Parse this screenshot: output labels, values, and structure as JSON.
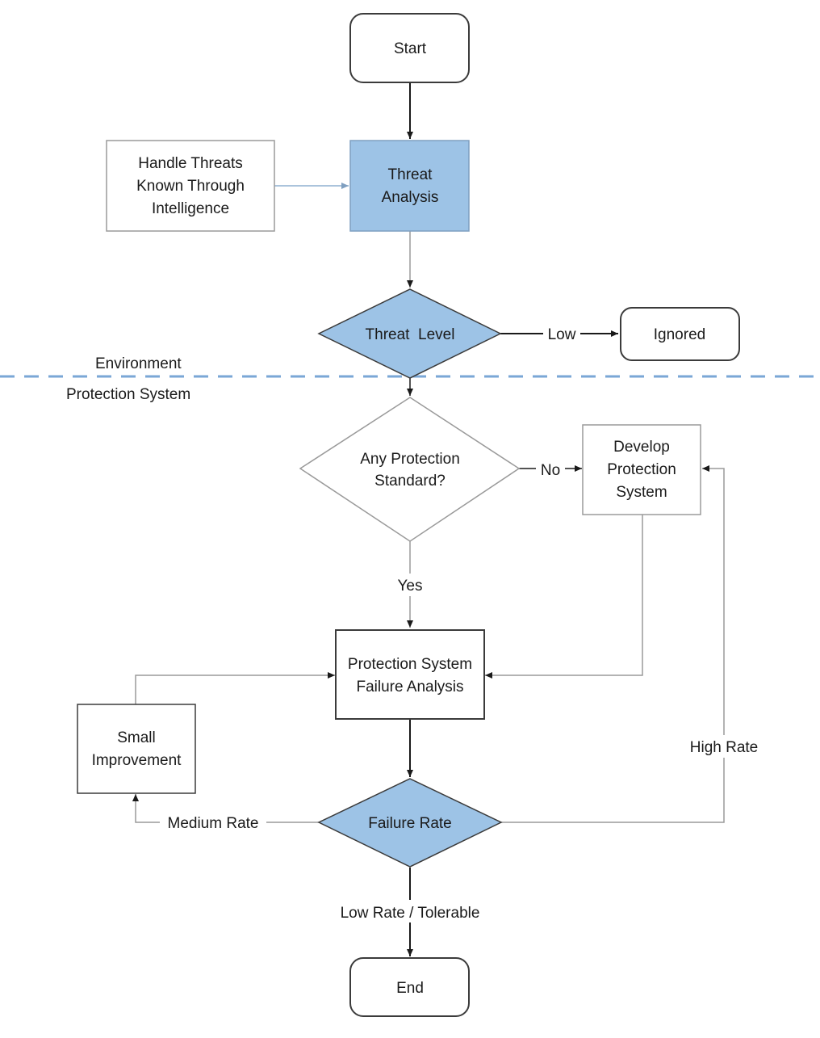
{
  "colors": {
    "highlight_fill": "#9dc3e6",
    "stroke_dark": "#3b3b3b",
    "stroke_light": "#9a9a9a",
    "dashed_line": "#7aa7d6"
  },
  "nodes": {
    "start": "Start",
    "handle_threats": [
      "Handle Threats",
      "Known Through",
      "Intelligence"
    ],
    "threat_analysis": [
      "Threat",
      "Analysis"
    ],
    "threat_level": "Threat  Level",
    "ignored": "Ignored",
    "any_protection": [
      "Any Protection",
      "Standard?"
    ],
    "develop_protection": [
      "Develop",
      "Protection",
      "System"
    ],
    "failure_analysis": [
      "Protection System",
      "Failure Analysis"
    ],
    "small_improvement": [
      "Small",
      "Improvement"
    ],
    "failure_rate": "Failure Rate",
    "end": "End"
  },
  "edges": {
    "low": "Low",
    "no": "No",
    "yes": "Yes",
    "high_rate": "High Rate",
    "medium_rate": "Medium Rate",
    "low_rate": "Low Rate / Tolerable"
  },
  "regions": {
    "environment": "Environment",
    "protection_system": "Protection System"
  }
}
